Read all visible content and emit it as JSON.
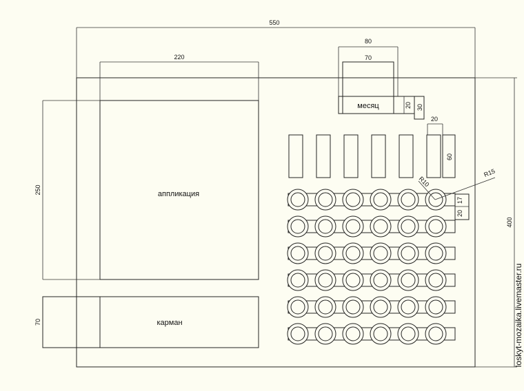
{
  "dimensions": {
    "total_width": "550",
    "total_height": "400",
    "applique_width": "220",
    "applique_height": "250",
    "pocket_height": "70",
    "month_outer_width": "80",
    "month_inner_width": "70",
    "month_label_height": "20",
    "month_height": "30",
    "slot_width": "20",
    "slot_height": "60",
    "circle_height": "17",
    "circle_pitch": "20",
    "radius_inner": "R10",
    "radius_outer": "R15"
  },
  "labels": {
    "applique": "аппликация",
    "pocket": "карман",
    "month": "месяц"
  },
  "watermark": "loskyt-mozaika.livemaster.ru",
  "grid": {
    "slot_count": 6,
    "circle_rows": 6,
    "circle_cols": 6
  },
  "colors": {
    "background": "#fdfdf2",
    "lines": "#222222"
  }
}
